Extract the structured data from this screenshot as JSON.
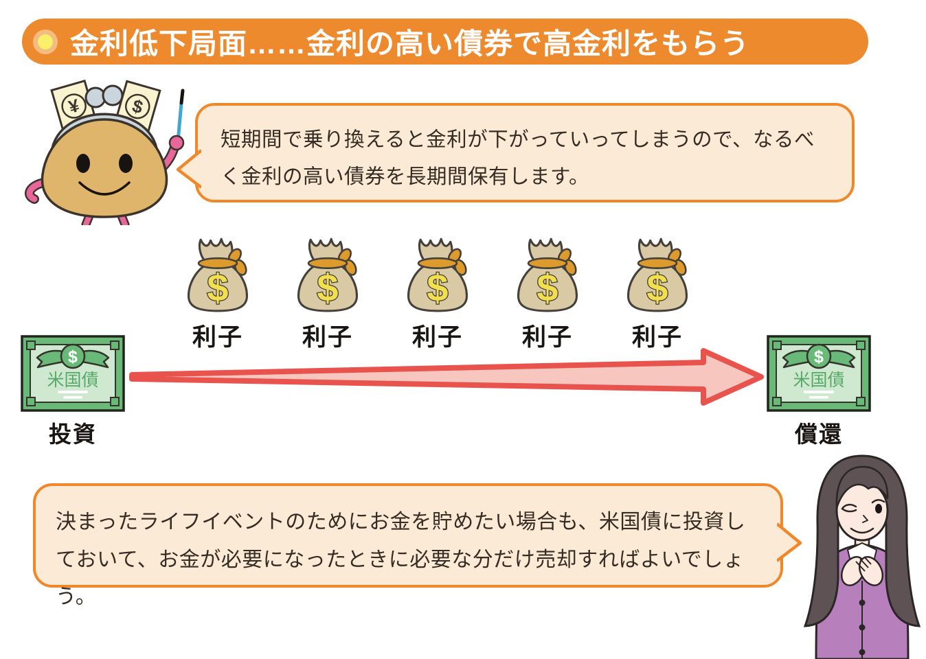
{
  "title": {
    "text": "金利低下局面……金利の高い債券で高金利をもらう"
  },
  "mascot": {
    "speech": "短期間で乗り換えると金利が下がっていってしまうので、なるべく金利の高い債券を長期間保有します。"
  },
  "interest_bags": {
    "symbol": "$",
    "labels": [
      "利子",
      "利子",
      "利子",
      "利子",
      "利子"
    ]
  },
  "timeline": {
    "start": {
      "note_title": "米国債",
      "note_symbol": "$",
      "label": "投資"
    },
    "end": {
      "note_title": "米国債",
      "note_symbol": "$",
      "label": "償還"
    }
  },
  "advisor": {
    "speech": "決まったライフイベントのためにお金を貯めたい場合も、米国債に投資しておいて、お金が必要になったときに必要な分だけ売却すればよいでしょう。"
  },
  "colors": {
    "banner_orange": "#EE8A2E",
    "bullet_yellow": "#FBF06A",
    "bubble_fill": "#FBEBD6",
    "bubble_border": "#F0882B",
    "arrow_outline_red": "#E9534E",
    "arrow_fill_pink": "#F7C6BF",
    "bag_tan": "#D9CAA5",
    "bag_band_orange": "#DE9B2D",
    "dollar_yellow": "#F2DE4E",
    "note_green": "#69BA79",
    "note_pale_green": "#CFE9D1",
    "mascot_tan": "#DFB56B",
    "mascot_pink": "#E8679A",
    "woman_cardigan_purple": "#B77FBC"
  }
}
